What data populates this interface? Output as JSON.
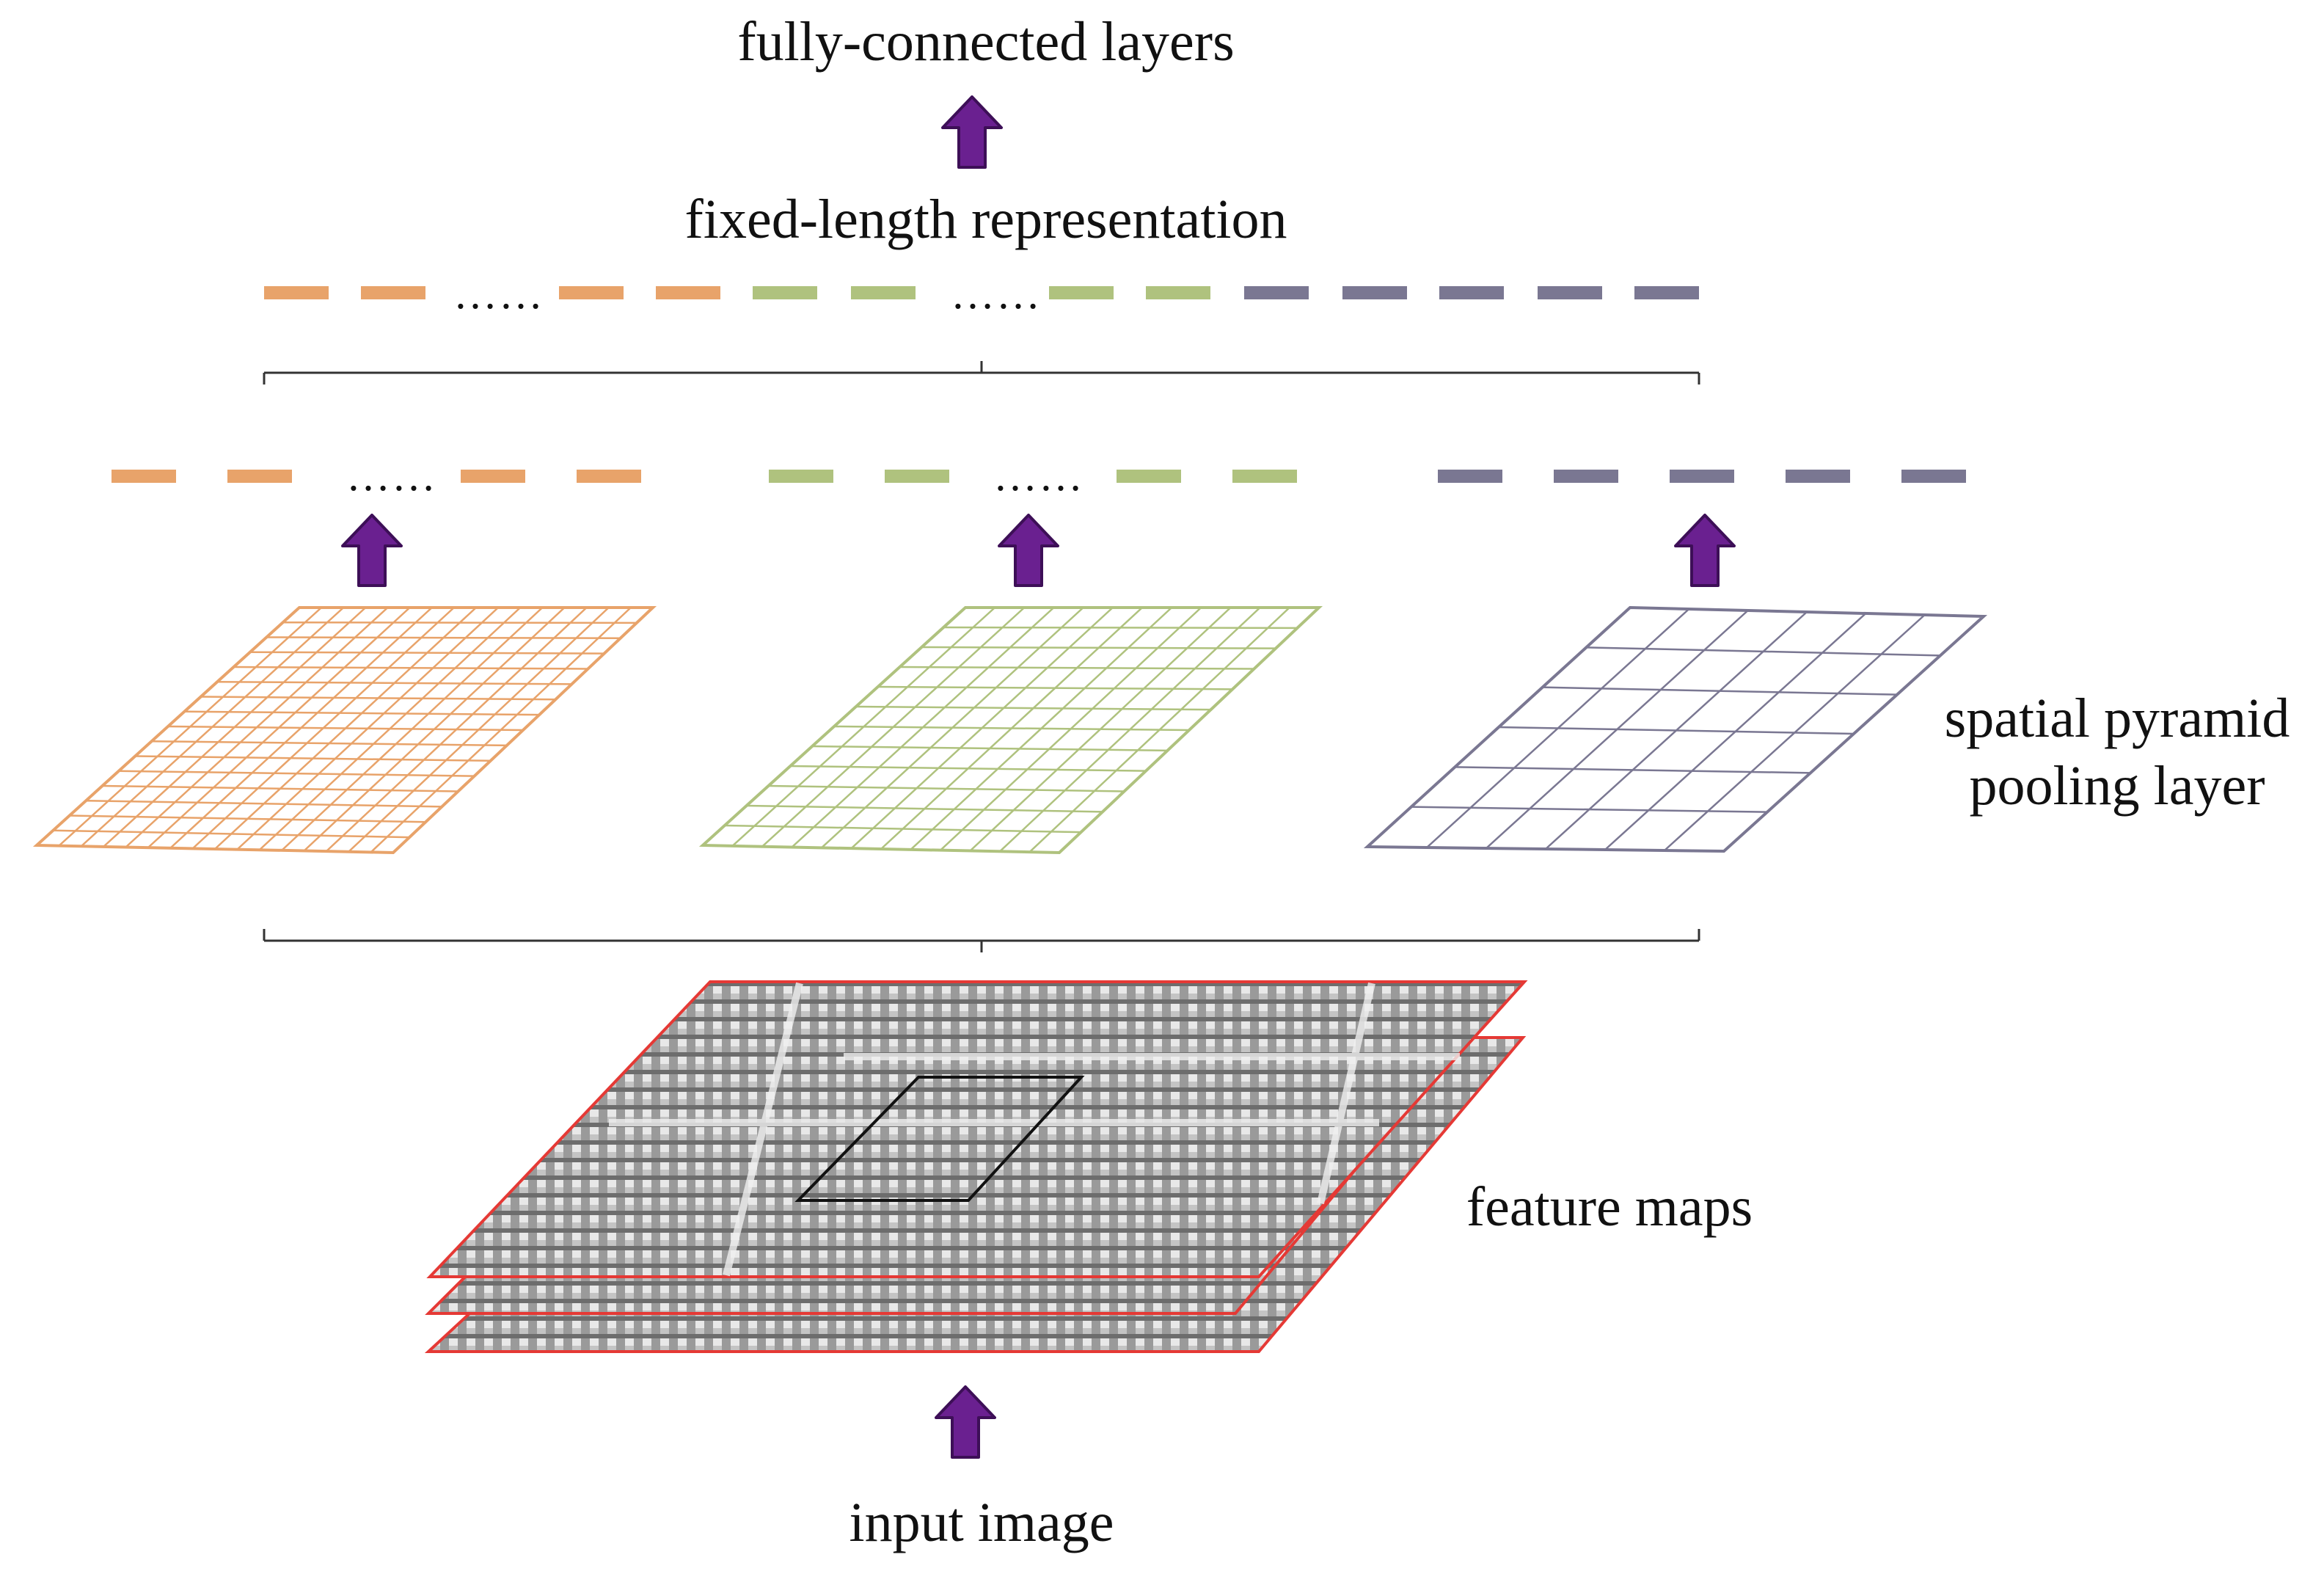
{
  "labels": {
    "fully_connected": "fully-connected layers",
    "fixed_length": "fixed-length representation",
    "spp_line1": "spatial pyramid",
    "spp_line2": "pooling layer",
    "feature_maps": "feature maps",
    "input_image": "input image"
  },
  "ellipsis": "……",
  "colors": {
    "orange": "#E8A36A",
    "green": "#AFC27E",
    "slate": "#7A7792",
    "arrow": "#6A2090",
    "feature_border": "#E53935",
    "bracket": "#333333"
  },
  "pyramid_grids": [
    {
      "name": "fine",
      "color_key": "orange",
      "cells": 16
    },
    {
      "name": "medium",
      "color_key": "green",
      "cells": 12
    },
    {
      "name": "coarse",
      "color_key": "slate",
      "cells": 6
    }
  ],
  "icons": {
    "arrow": "up-arrow-icon"
  }
}
